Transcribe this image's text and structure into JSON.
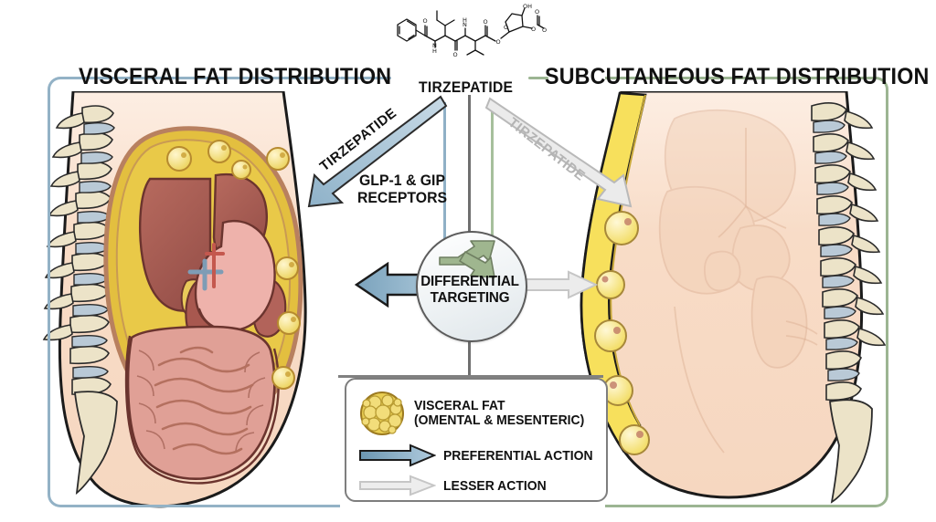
{
  "panels": {
    "left": {
      "title": "VISCERAL FAT DISTRIBUTION",
      "frame_color": "#93b2c6",
      "arrow_label": "TIRZEPATIDE",
      "receptor_label_line1": "GLP-1 & GIP",
      "receptor_label_line2": "RECEPTORS"
    },
    "right": {
      "title": "SUBCUTANEOUS FAT DISTRIBUTION",
      "frame_color": "#9cb592",
      "arrow_label": "TIRZEPATIDE"
    }
  },
  "center": {
    "drug_label": "TIRZEPATIDE",
    "hub_line1": "DIFFERENTIAL",
    "hub_line2": "TARGETING",
    "molecule_atoms": [
      "OH",
      "O",
      "O",
      "OH",
      "H",
      "N",
      "H",
      "N",
      "O",
      "O",
      "O"
    ]
  },
  "legend": {
    "fat_title": "VISCERAL FAT",
    "fat_subtitle": "(OMENTAL & MESENTERIC)",
    "preferential_action": "PREFERENTIAL ACTION",
    "lesser_action": "LESSER ACTION"
  },
  "colors": {
    "preferential_arrow": "#7ba3bd",
    "lesser_arrow": "#e2e2e2",
    "visceral_fat": "#e8c84b",
    "subcutaneous_fat": "#f7e05c",
    "skin": "#f6d9c4",
    "liver": "#a8584f",
    "stomach": "#eeb2ab",
    "intestine": "#e0a096",
    "bone": "#ece3c8",
    "hub_stroke": "#5c5c5c",
    "fork_icon": "#9fb68f"
  }
}
